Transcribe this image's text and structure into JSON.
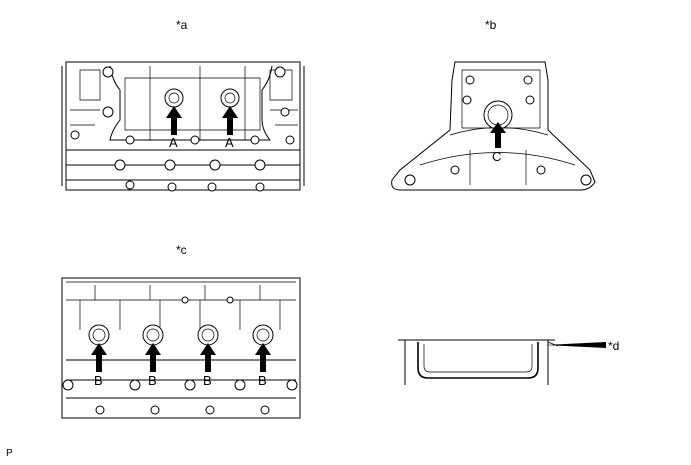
{
  "panels": {
    "a": {
      "label": "*a"
    },
    "b": {
      "label": "*b"
    },
    "c": {
      "label": "*c"
    },
    "d": {
      "label": "*d"
    }
  },
  "markers": {
    "a": [
      "A",
      "A"
    ],
    "b": [
      "C"
    ],
    "c": [
      "B",
      "B",
      "B",
      "B"
    ]
  },
  "page_code": "P"
}
